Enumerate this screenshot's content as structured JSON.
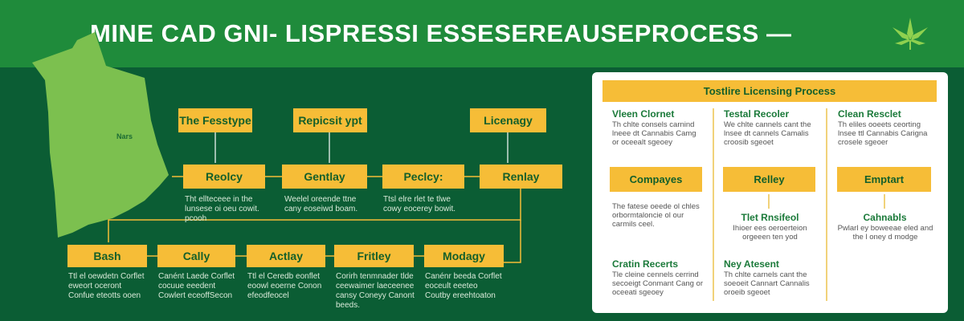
{
  "header": {
    "title": "MINE CAD GNI- LISPRESSI ESSESEREAUSEPROCESS —",
    "leaf_icon": "cannabis-leaf-icon"
  },
  "map": {
    "label": "Nars"
  },
  "flow": {
    "top": [
      "The Fesstype",
      "Repicsit ypt",
      "Licenagy"
    ],
    "middle": [
      {
        "label": "Reolcy",
        "desc": "Tht ellteceee in the lunsese oi oeu cowit. pcooh"
      },
      {
        "label": "Gentlay",
        "desc": "Weelel oreende ttne cany eoseiwd boam."
      },
      {
        "label": "Peclcy:",
        "desc": "Ttsl elre rlet te tlwe cowy eocerey bowit."
      },
      {
        "label": "Renlay",
        "desc": ""
      }
    ],
    "bottom": [
      {
        "label": "Bash",
        "desc": "Ttl el oewdetn Corflet eweort oceront Confue eteotts ooen"
      },
      {
        "label": "Cally",
        "desc": "Canént Laede Corflet cocuue eeedent Cowlert eceoffSecon"
      },
      {
        "label": "Actlay",
        "desc": "Ttl el Ceredb eonflet eoowl eoerne Conon efeodfeocel"
      },
      {
        "label": "Fritley",
        "desc": "Corirh tenmnader tlde ceewaimer laeceenee cansy Coneyy Canont beeds."
      },
      {
        "label": "Modagy",
        "desc": "Canénr beeda Corflet eoceult eeeteo Coutby ereehtoaton"
      }
    ]
  },
  "panel": {
    "title": "Tostlire Licensing Process",
    "col1": {
      "h1": "Vleen Clornet",
      "t1": "Th chlte consels carnind lneee dt Cannabis Camg or oceealt sgeoey",
      "box": "Compayes",
      "t2": "The fatese oeede ol chles orbormtaloncie ol our carmils ceel.",
      "h3": "Cratin Recerts",
      "t3": "Tle cleine cennels cerrind secoeigt Conmant Cang or oceeati sgeoey"
    },
    "col2": {
      "h1": "Testal Recoler",
      "t1": "We chlte cannels cant the lnsee dt cannels Camalis croosib sgeoet",
      "box": "Relley",
      "h2": "Tlet Rnsifeol",
      "t2": "Ihioer ees oeroerteion orgeeen ten yod",
      "h3": "Ney Atesent",
      "t3": "Th chlte carnels cant the soeoeit Cannart Cannalis oroeib sgeoet"
    },
    "col3": {
      "h1": "Clean Resclet",
      "t1": "Th eliles ooeets ceorting lnsee ttl Cannabis Carigna crosele sgeoer",
      "box": "Emptart",
      "h2": "Cahnabls",
      "t2": "Pwlarl ey boweeae eled and the l oney d modge"
    }
  }
}
